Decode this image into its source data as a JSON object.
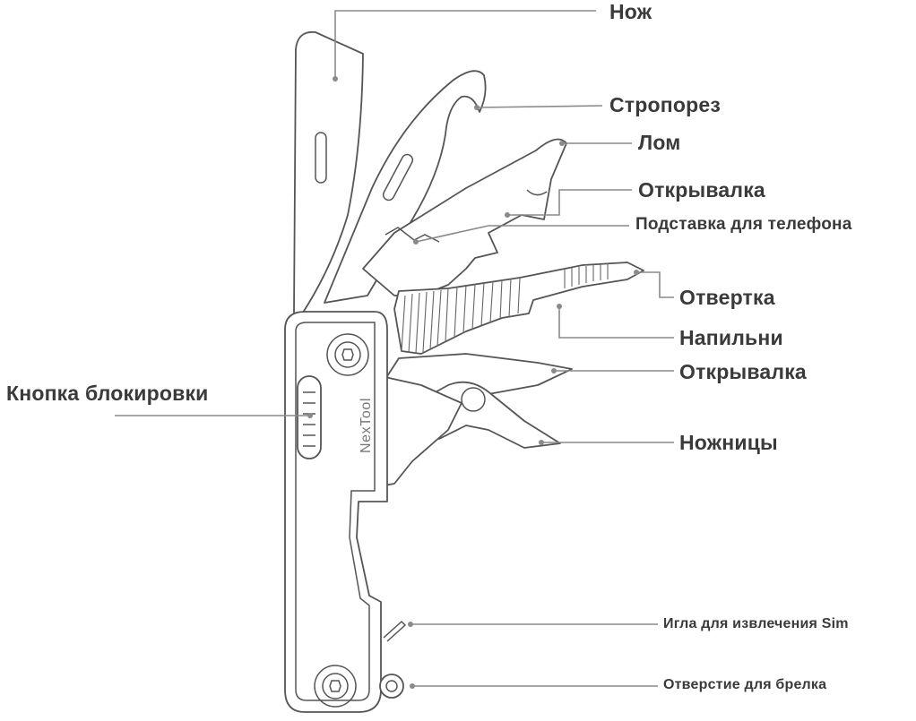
{
  "labels": {
    "knife": "Нож",
    "strap_cutter": "Стропорез",
    "pry_bar": "Лом",
    "bottle_opener_top": "Открывалка",
    "phone_stand": "Подставка для телефона",
    "screwdriver": "Отвертка",
    "file": "Напильни",
    "bottle_opener_mid": "Открывалка",
    "scissors": "Ножницы",
    "lock_button": "Кнопка блокировки",
    "sim_needle": "Игла для извлечения Sim",
    "keyring_hole": "Отверстие для брелка"
  },
  "brand": "NexTool",
  "colors": {
    "line": "#555555",
    "leader": "#8a8a8a",
    "text": "#3a3a3a",
    "background": "#ffffff"
  }
}
